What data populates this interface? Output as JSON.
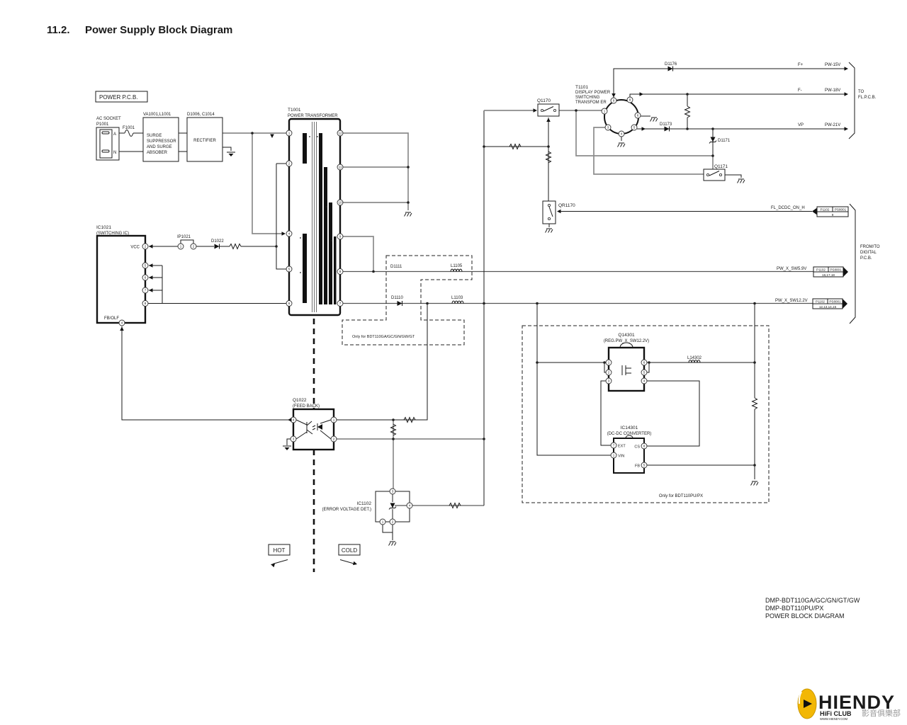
{
  "title": {
    "num": "11.2.",
    "text": "Power Supply Block Diagram"
  },
  "labels": {
    "power_pcb": "POWER P.C.B.",
    "ac_socket_1": "AC SOCKET",
    "ac_socket_2": "P1001",
    "term_a": "A",
    "term_n": "N",
    "f1001": "F1001",
    "surge_ref": "VA1001,L1001",
    "surge_1": "SURGE",
    "surge_2": "SUPPRESSOR",
    "surge_3": "AND SURGE",
    "surge_4": "ABSOBER",
    "rect_ref": "D1006, C1014",
    "rect_name": "RECTIFIER",
    "t1001_ref": "T1001",
    "t1001_name": "POWER TRANSFORMER",
    "ic1021_ref": "IC1021",
    "ic1021_name": "(SWITCHING IC)",
    "vcc": "VCC",
    "fb_olf": "FB/OLF",
    "ip1021": "IP1021",
    "d1022": "D1022",
    "d1111": "D1111",
    "l1105": "L1105",
    "d1110": "D1110",
    "l1103": "L1103",
    "only_ga": "Only for BDT110GA/GC/GN/GW/GT",
    "q1170": "Q1170",
    "qr1170": "QR1170",
    "q1171": "Q1171",
    "t1101_ref": "T1101",
    "t1101_n1": "DISPLAY POWER",
    "t1101_n2": "SWITCHING",
    "t1101_n3": "TRANSFOM ER",
    "d1176": "D1176",
    "d1173": "D1173",
    "d1171": "D1171",
    "f_plus": "F+",
    "f_minus": "F-",
    "vp": "VP",
    "pw15": "PW-15V",
    "pw18": "PW-18V",
    "pw21": "PW-21V",
    "to_1": "TO",
    "to_2": "FL.P.C.B.",
    "fl_dcdc": "FL_DCDC_ON_H",
    "pw5": "PW_X_SW5.9V",
    "pw12": "PW_X_SW12.2V",
    "fromto_1": "FROM/TO",
    "fromto_2": "DIGITAL",
    "fromto_3": "P.C.B.",
    "q14301_ref": "Q14301",
    "q14301_name": "(REG.PW_X_SW12.2V)",
    "l14302": "L14302",
    "ic14301_ref": "IC14301",
    "ic14301_name": "(DC-DC CONVERTER)",
    "ext": "EXT",
    "vin": "VIN",
    "cs": "CS",
    "fb": "FB",
    "only_pu": "Only for BDT110PU/PX",
    "q1022_ref": "Q1022",
    "q1022_name": "(FEED BACK)",
    "ic1102_ref": "IC1102",
    "ic1102_name": "(ERROR VOLTAGE DET.)",
    "hot": "HOT",
    "cold": "COLD"
  },
  "pins": {
    "t1001": {
      "p1": "1",
      "p2": "2",
      "p4": "4",
      "p5": "5",
      "p6": "6",
      "p7": "7",
      "p8": "8",
      "p9": "9",
      "p10": "10",
      "p11": "11",
      "p12": "12"
    },
    "ic1021": {
      "p2": "2",
      "p4": "4",
      "p5": "5",
      "p6": "6",
      "p7": "7",
      "p8": "8"
    },
    "ip1021": {
      "p1": "1",
      "p2": "2"
    },
    "t1101": {
      "p1": "1",
      "p3": "3",
      "p4": "4",
      "p5": "5",
      "p6": "6",
      "p8": "8",
      "p9": "9"
    },
    "q1022": {
      "p1": "1",
      "p2": "2",
      "p3": "3",
      "p4": "4"
    },
    "ic1102": {
      "p1": "1",
      "p2": "2",
      "p3": "3",
      "p4": "4"
    },
    "q14301": {
      "p1": "1",
      "p2": "2",
      "p3": "3",
      "p4": "4",
      "p5": "5",
      "p6": "6"
    },
    "ic14301": {
      "p_ext": "7",
      "p_vin": "1",
      "p_cs": "8",
      "p_fb": "5"
    }
  },
  "connectors": {
    "fl": {
      "a": "P1102",
      "b": "PS8001",
      "pins": "9"
    },
    "sw5": {
      "a": "P1102",
      "b": "PS8001",
      "pins": "16,17,18"
    },
    "sw12": {
      "a": "P1102",
      "b": "PS8001",
      "pins": "12,13,14,15"
    }
  },
  "footer": {
    "l1": "DMP-BDT110GA/GC/GN/GT/GW",
    "l2": "DMP-BDT110PU/PX",
    "l3": "POWER BLOCK DIAGRAM"
  },
  "logo": {
    "name": "HIENDY",
    "club": "HiFi CLUB",
    "url": "WWW.HIENDY.COM",
    "cn": "影音俱樂部"
  },
  "colors": {
    "wire_gray": "#8c8c8c",
    "wire_dark": "#555555",
    "line_black": "#1a1a1a",
    "logo_yellow": "#f2b705"
  }
}
